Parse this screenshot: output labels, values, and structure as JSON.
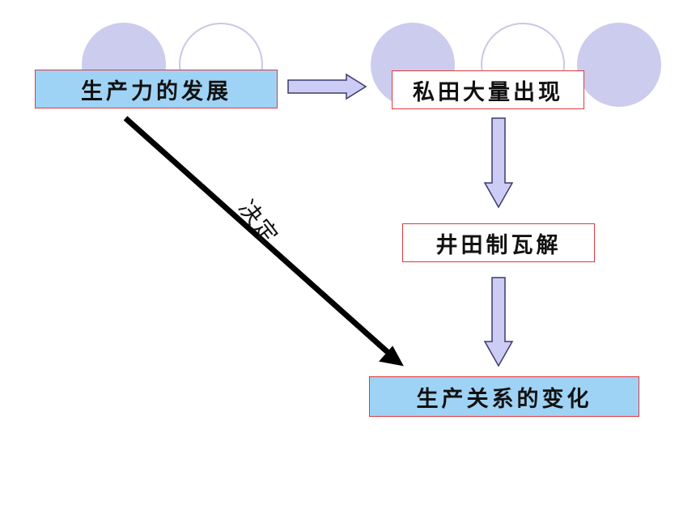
{
  "nodes": {
    "productivity": "生产力的发展",
    "private_fields": "私田大量出现",
    "well_field_collapse": "井田制瓦解",
    "production_relations": "生产关系的变化"
  },
  "edges": {
    "determines_label": "决定"
  },
  "colors": {
    "blue_fill": "#9fd3f5",
    "box_border": "#e0393e",
    "circle_fill": "#ccccee",
    "arrow_fill": "#ccccf5",
    "arrow_stroke": "#3b3b6b"
  }
}
